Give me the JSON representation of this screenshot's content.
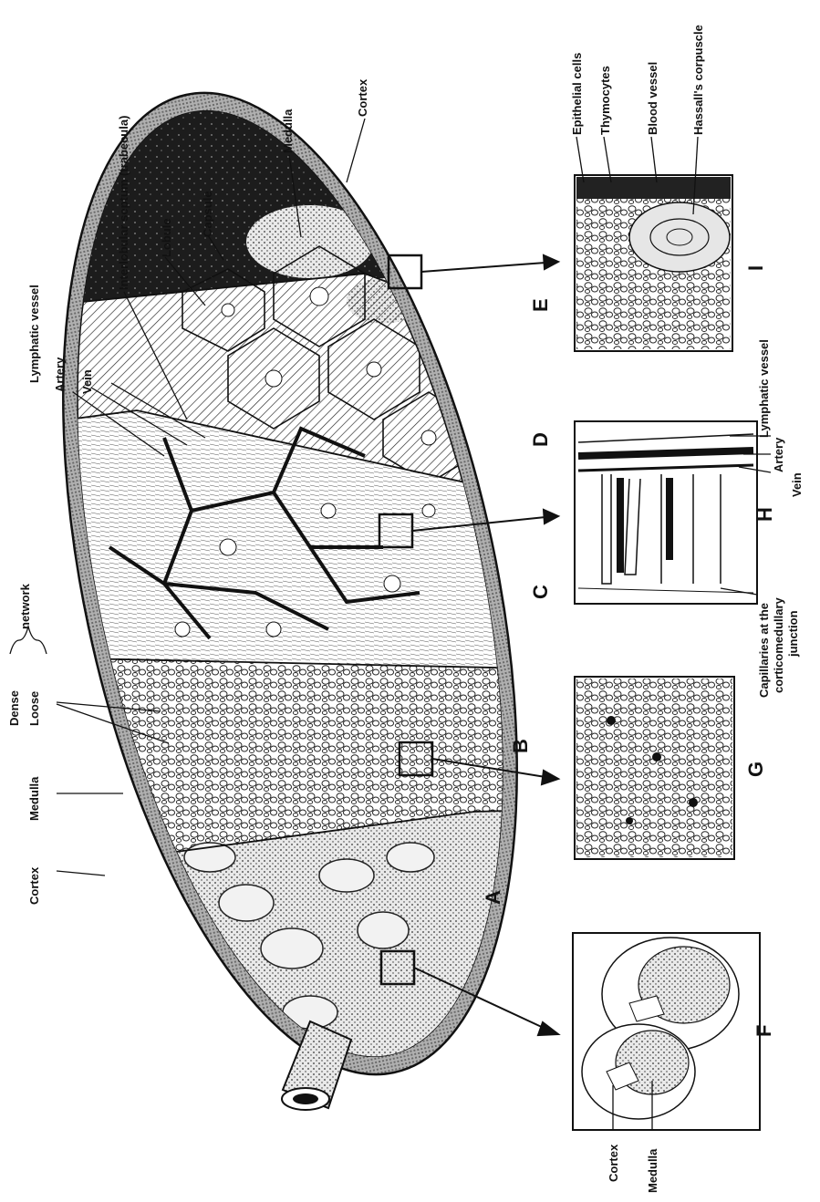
{
  "labels": {
    "capsule": "Capsule",
    "lobule": "Lobule",
    "septum": "Interlobular septum (trabecula)",
    "lymphatic_vessel": "Lymphatic vessel",
    "artery": "Artery",
    "vein": "Vein",
    "medulla_top": "Medulla",
    "cortex_top": "Cortex",
    "dense": "Dense",
    "loose": "Loose",
    "network": "network",
    "medulla_left": "Medulla",
    "cortex_left": "Cortex",
    "epithelial_cells": "Epithelial cells",
    "thymocytes": "Thymocytes",
    "blood_vessel": "Blood vessel",
    "hassalls_corpuscle": "Hassall's corpuscle",
    "h_lymphatic_vessel": "Lymphatic vessel",
    "h_artery": "Artery",
    "h_vein": "Vein",
    "capillaries_1": "Capillaries at the",
    "capillaries_2": "corticomedullary",
    "capillaries_3": "junction",
    "f_cortex": "Cortex",
    "f_medulla": "Medulla"
  },
  "section_letters": {
    "A": "A",
    "B": "B",
    "C": "C",
    "D": "D",
    "E": "E",
    "F": "F",
    "G": "G",
    "H": "H",
    "I": "I"
  },
  "colors": {
    "ink": "#111111",
    "capsule_fill": "#9a9a9a",
    "cortex_dark": "#1e1e1e",
    "paper": "#ffffff"
  }
}
